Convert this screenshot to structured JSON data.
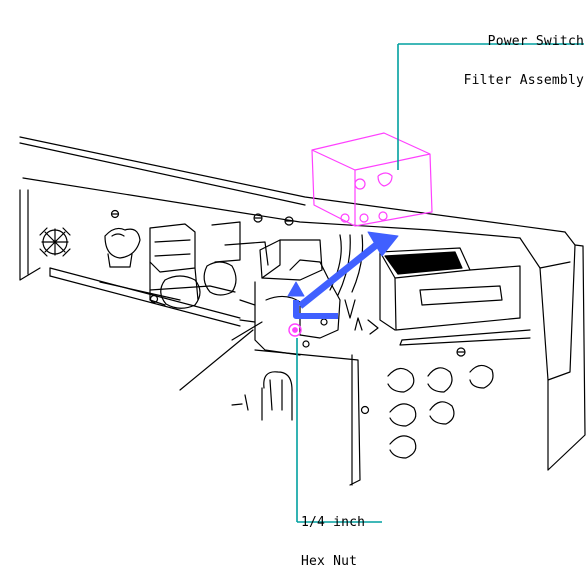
{
  "callouts": {
    "power_switch": {
      "line1": "Power Switch",
      "line2": "Filter Assembly"
    },
    "hex_nut": {
      "line1": "1/4 inch",
      "line2": "Hex Nut"
    }
  },
  "colors": {
    "background": "#ffffff",
    "line_art": "#000000",
    "leader_line": "#00a0a0",
    "highlight_part": "#ff40ff",
    "direction_arrow": "#4060ff"
  }
}
